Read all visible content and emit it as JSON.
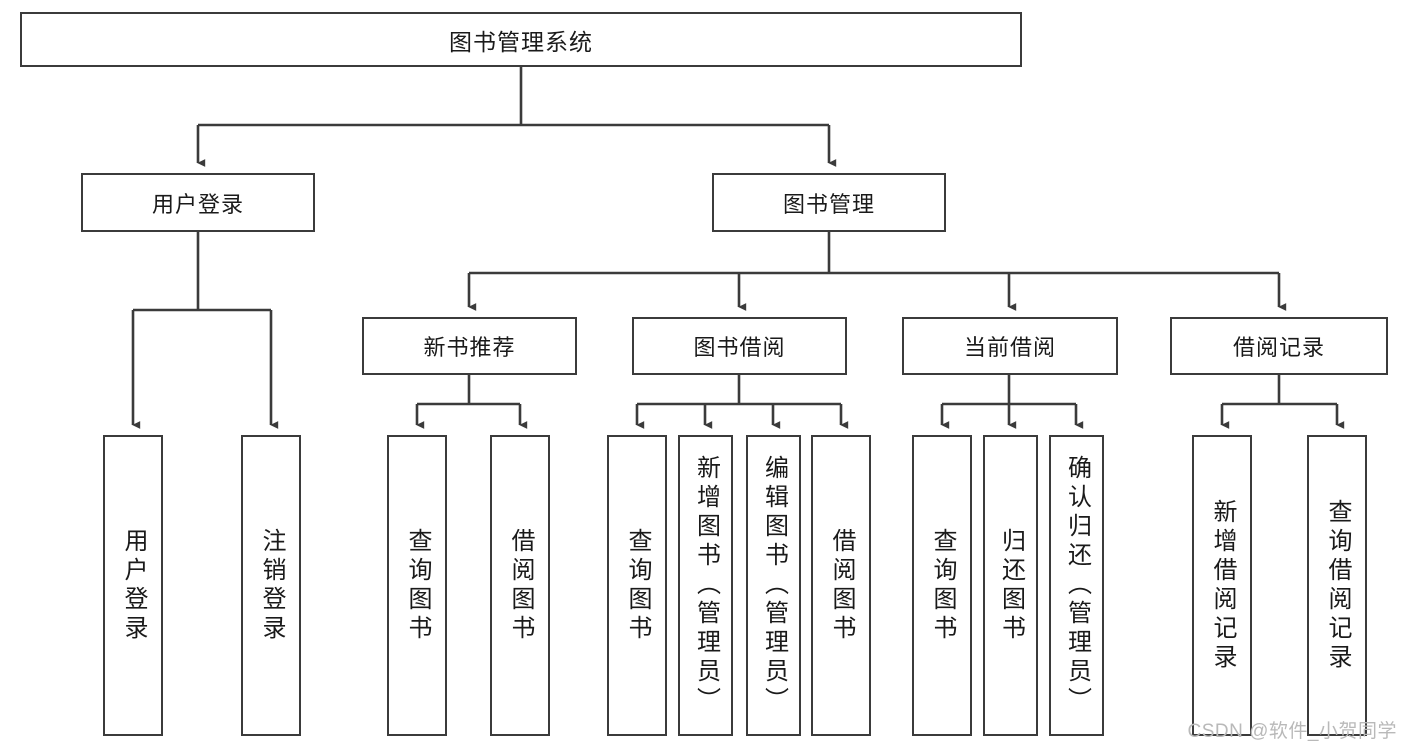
{
  "diagram": {
    "title": "图书管理系统",
    "watermark": "CSDN @软件_小贺同学",
    "level2": {
      "user_login": "用户登录",
      "book_manage": "图书管理"
    },
    "level3": {
      "new_book_rec": "新书推荐",
      "book_borrow": "图书借阅",
      "current_borrow": "当前借阅",
      "borrow_record": "借阅记录"
    },
    "leaves": {
      "user_login_1": "用户登录",
      "user_login_2": "注销登录",
      "new_book_1": "查询图书",
      "new_book_2": "借阅图书",
      "borrow_1": "查询图书",
      "borrow_2": "新增图书（管理员）",
      "borrow_3": "编辑图书（管理员）",
      "borrow_4": "借阅图书",
      "current_1": "查询图书",
      "current_2": "归还图书",
      "current_3": "确认归还（管理员）",
      "record_1": "新增借阅记录",
      "record_2": "查询借阅记录"
    }
  }
}
